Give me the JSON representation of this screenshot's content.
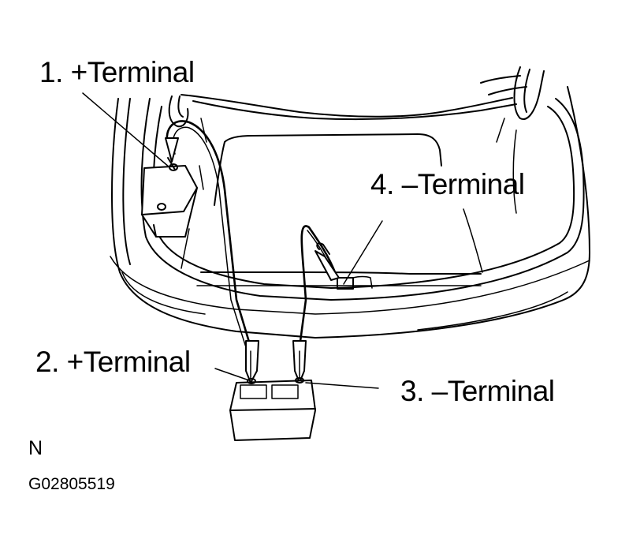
{
  "diagram": {
    "subject": "Jump-starting: booster battery connected to vehicle battery in trunk",
    "callouts": [
      {
        "number": "1.",
        "label": "1. +Terminal",
        "target": "vehicle battery positive terminal (trunk)"
      },
      {
        "number": "2.",
        "label": "2. +Terminal",
        "target": "booster battery positive terminal"
      },
      {
        "number": "3.",
        "label": "3. –Terminal",
        "target": "booster battery negative terminal"
      },
      {
        "number": "4.",
        "label": "4. –Terminal",
        "target": "vehicle ground point (trunk)"
      }
    ],
    "orientation_mark": "N",
    "figure_id": "G02805519",
    "colors": {
      "line": "#000000",
      "background": "#ffffff"
    }
  }
}
